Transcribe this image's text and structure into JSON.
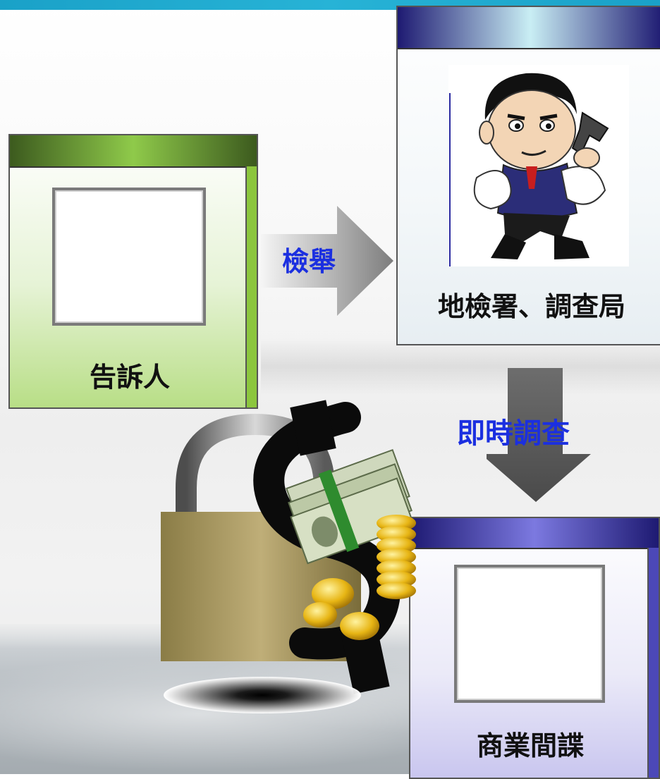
{
  "nodes": {
    "complainant": {
      "label": "告訴人"
    },
    "prosecutor": {
      "label": "地檢署、調查局"
    },
    "spy": {
      "label": "商業間諜"
    }
  },
  "edges": {
    "report": {
      "label": "檢舉"
    },
    "investigate": {
      "label": "即時調查"
    }
  },
  "colors": {
    "top_bar": "#1aa1c8",
    "green_header": "#8fca4a",
    "blue_header": "#1e1a72",
    "edge_label": "#1b2fe0"
  },
  "icons": {
    "officer": "cartoon-investigator-icon",
    "padlock": "padlock-money-icon"
  }
}
